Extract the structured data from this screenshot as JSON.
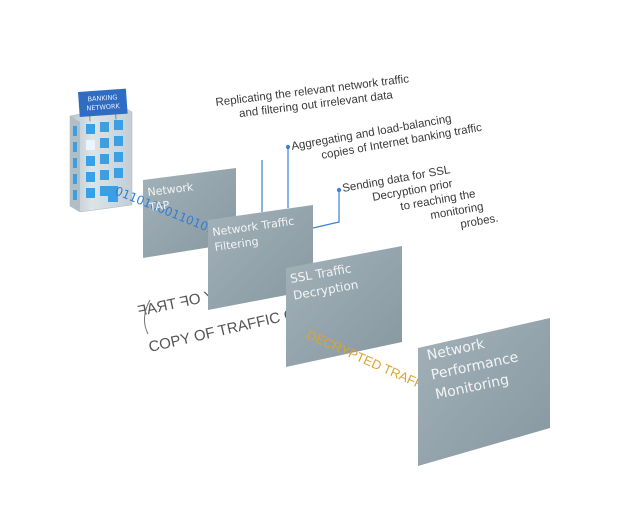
{
  "building": {
    "sign_lines": [
      "BANKING",
      "NETWORK"
    ]
  },
  "binary_stream": "0110100011010101",
  "stages": [
    {
      "id": "tap",
      "label_lines": [
        "Network",
        "TAP"
      ]
    },
    {
      "id": "filtering",
      "label_lines": [
        "Network Traffic",
        "Filtering"
      ]
    },
    {
      "id": "ssl",
      "label_lines": [
        "SSL Traffic",
        "Decryption"
      ]
    },
    {
      "id": "npm",
      "label_lines": [
        "Network",
        "Performance",
        "Monitoring"
      ]
    }
  ],
  "annotations": [
    {
      "id": "replicating",
      "lines": [
        "Replicating the relevant network traffic",
        "and filtering out irrelevant data"
      ]
    },
    {
      "id": "aggregating",
      "lines": [
        "Aggregating and load-balancing",
        "copies of Internet banking traffic"
      ]
    },
    {
      "id": "sending",
      "lines": [
        "Sending data for SSL",
        "Decryption prior",
        "to reaching the",
        "monitoring",
        "probes."
      ]
    }
  ],
  "flow_labels": {
    "copy_loop_back": "Y OF TRAF",
    "copy_loop_front": "COPY OF TRAFFIC CO",
    "decrypted": "DECRYPTED TRAFFIC"
  },
  "colors": {
    "panel": "#98a8b0",
    "panel_dark": "#8a9ba4",
    "building": "#c9d3d8",
    "window": "#3aa0e6",
    "sign": "#2f6dc4",
    "connector": "#3b7fd4",
    "binary": "#2f7fd6",
    "decrypted": "#d9a532",
    "copy_text": "#555555"
  }
}
